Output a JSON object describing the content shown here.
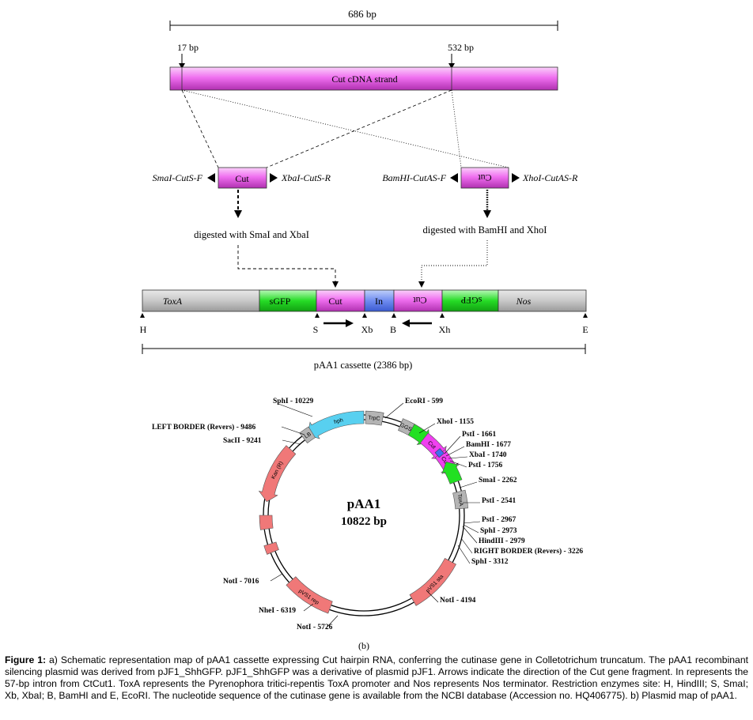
{
  "panel_a": {
    "total_length": "686 bp",
    "mark_left": "17 bp",
    "mark_right": "532 bp",
    "cdna_label": "Cut cDNA strand",
    "sense_box": "Cut",
    "antisense_box": "Cut",
    "sense_primer_f": "SmaI-CutS-F",
    "sense_primer_r": "XbaI-CutS-R",
    "antisense_primer_f": "BamHI-CutAS-F",
    "antisense_primer_r": "XhoI-CutAS-R",
    "digest_sense": "digested with SmaI and XbaI",
    "digest_antisense": "digested with BamHI and XhoI",
    "cassette_segments": [
      "ToxA",
      "sGFP",
      "Cut",
      "In",
      "Cut",
      "sGFP",
      "Nos"
    ],
    "sites": [
      "H",
      "S",
      "Xb",
      "B",
      "Xh",
      "E"
    ],
    "cassette_label": "pAA1 cassette (2386 bp)",
    "colors": {
      "magenta": "#f06cf0",
      "gray": "#c8c8c8",
      "green": "#22e022",
      "blue": "#6f8cf0"
    }
  },
  "panel_b": {
    "plasmid_name": "pAA1",
    "plasmid_size": "10822 bp",
    "panel_label": "(b)",
    "features": [
      "hph",
      "TrpC",
      "GGS",
      "Cut",
      "Cut",
      "Kan (R)",
      "pVS1 rep",
      "pVS1 sta",
      "ToxA",
      "LB"
    ],
    "sites": [
      "SphI - 10229",
      "EcoRI - 599",
      "XhoI - 1155",
      "PstI - 1661",
      "BamHI - 1677",
      "XbaI - 1740",
      "PstI - 1756",
      "SmaI - 2262",
      "PstI - 2541",
      "PstI - 2967",
      "SphI - 2973",
      "HindIII - 2979",
      "RIGHT BORDER (Revers) - 3226",
      "SphI - 3312",
      "NotI - 4194",
      "NotI - 5726",
      "NheI - 6319",
      "NotI - 7016",
      "LEFT BORDER (Revers) - 9486",
      "SacII - 9241"
    ],
    "colors": {
      "cyan": "#58d0f0",
      "salmon": "#f07878",
      "gray": "#b4b4b4",
      "green": "#22e022",
      "magenta": "#f040f0",
      "blue": "#4070f0"
    }
  },
  "caption": {
    "label": "Figure 1:",
    "text": "a) Schematic representation map of pAA1 cassette expressing Cut hairpin RNA, conferring the cutinase gene in Colletotrichum truncatum. The pAA1 recombinant silencing plasmid was derived from pJF1_ShhGFP. pJF1_ShhGFP was a derivative of plasmid pJF1. Arrows indicate the direction of the Cut gene fragment. In represents the 57-bp intron from CtCut1. ToxA represents the Pyrenophora tritici-repentis ToxA promoter and Nos represents Nos terminator. Restriction enzymes site: H, HindIII; S, SmaI; Xb, XbaI; B, BamHI and E, EcoRI. The nucleotide sequence of the cutinase gene is available from the NCBI database (Accession no. HQ406775). b) Plasmid map of pAA1."
  }
}
